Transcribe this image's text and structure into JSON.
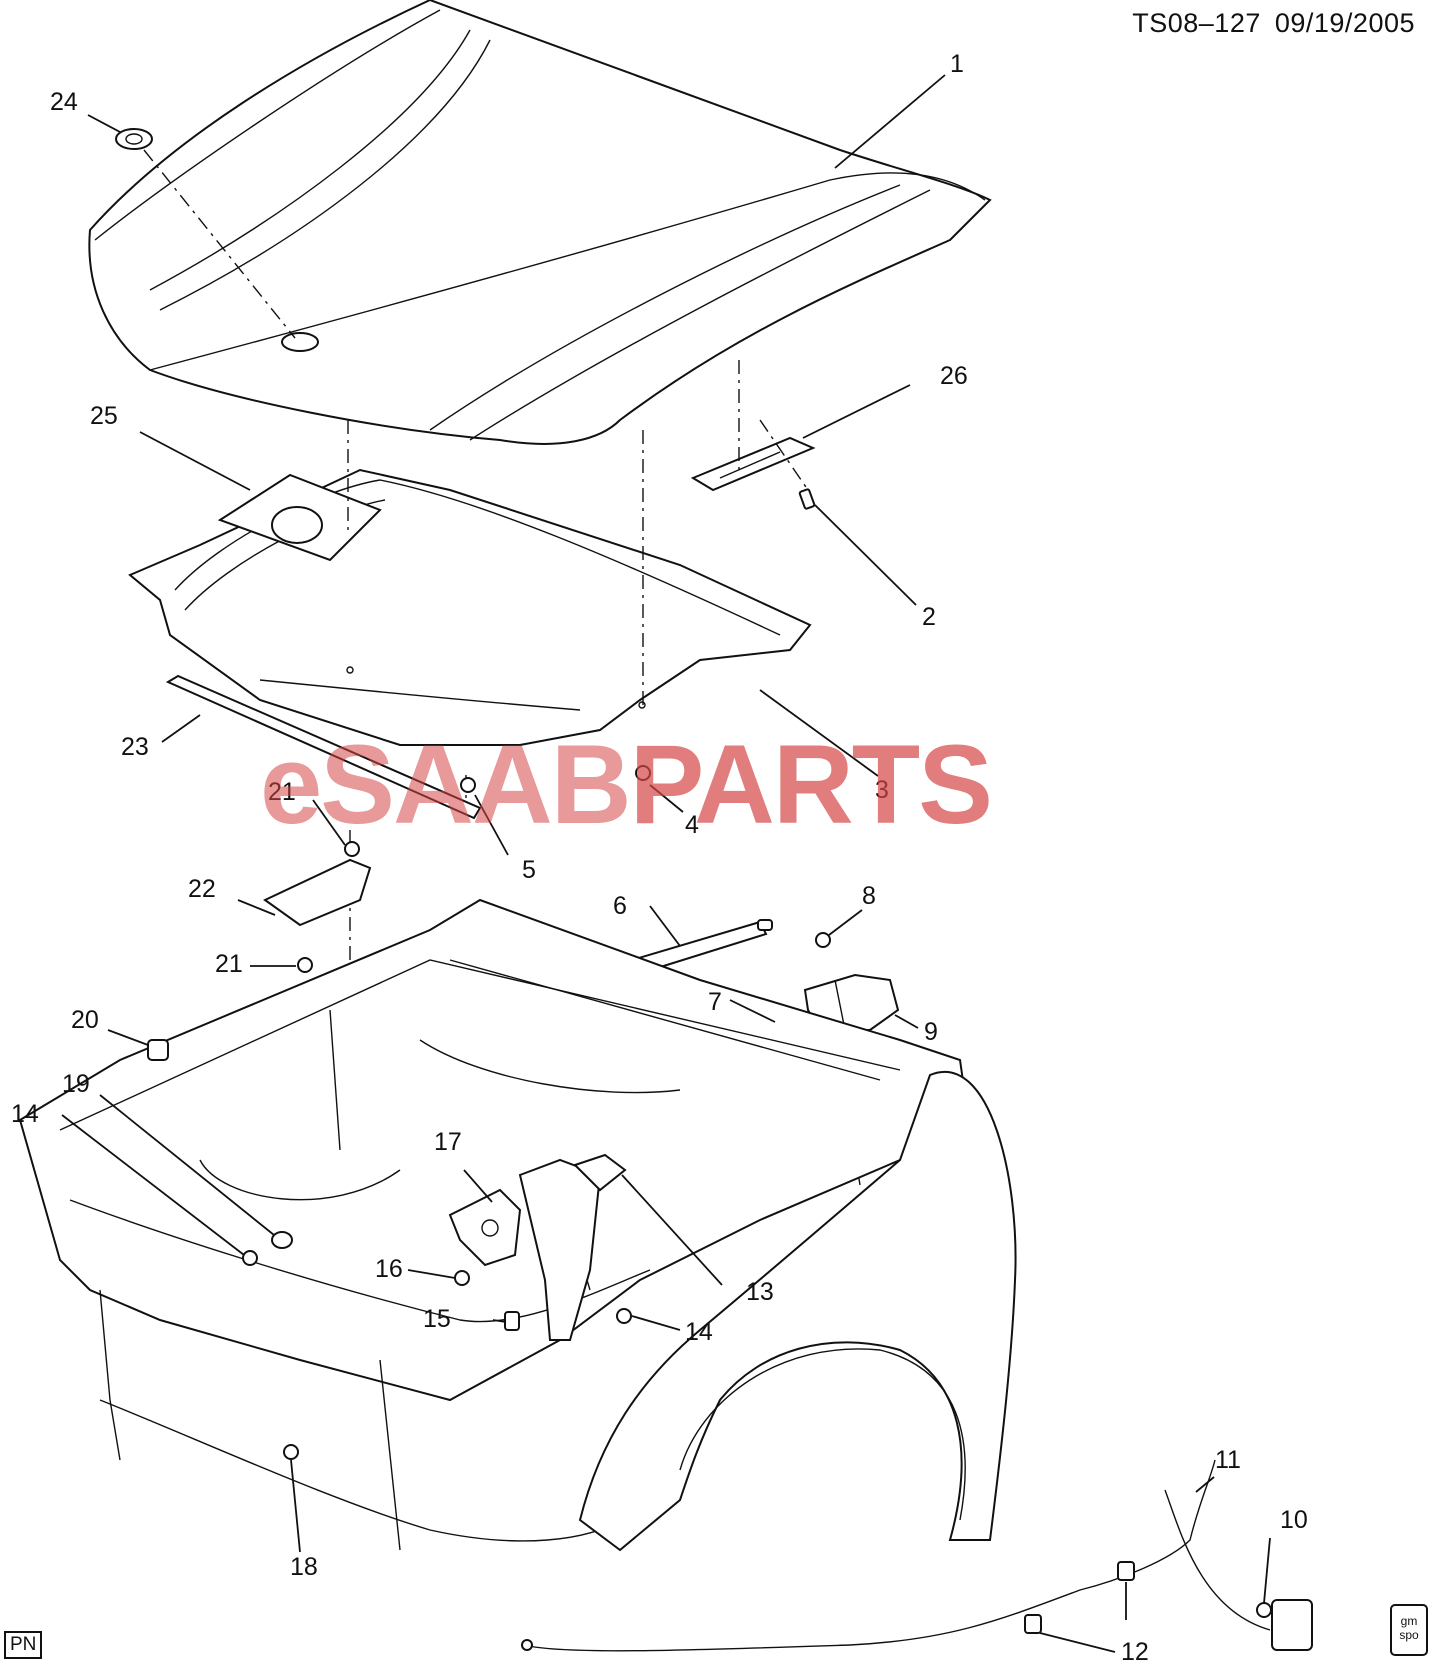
{
  "header": {
    "code": "TS08–127",
    "date": "09/19/2005"
  },
  "footer": {
    "pn_label": "PN",
    "logo_line1": "gm",
    "logo_line2": "spo"
  },
  "watermark": {
    "part1": "eSAAB",
    "part2": "PARTS",
    "color": "#d64646"
  },
  "callouts": [
    {
      "id": "1",
      "label": "1"
    },
    {
      "id": "2",
      "label": "2"
    },
    {
      "id": "3",
      "label": "3"
    },
    {
      "id": "4",
      "label": "4"
    },
    {
      "id": "5",
      "label": "5"
    },
    {
      "id": "6",
      "label": "6"
    },
    {
      "id": "7",
      "label": "7"
    },
    {
      "id": "8",
      "label": "8"
    },
    {
      "id": "9",
      "label": "9"
    },
    {
      "id": "10",
      "label": "10"
    },
    {
      "id": "11",
      "label": "11"
    },
    {
      "id": "12",
      "label": "12"
    },
    {
      "id": "13",
      "label": "13"
    },
    {
      "id": "14a",
      "label": "14"
    },
    {
      "id": "14b",
      "label": "14"
    },
    {
      "id": "15",
      "label": "15"
    },
    {
      "id": "16",
      "label": "16"
    },
    {
      "id": "17",
      "label": "17"
    },
    {
      "id": "18",
      "label": "18"
    },
    {
      "id": "19",
      "label": "19"
    },
    {
      "id": "20",
      "label": "20"
    },
    {
      "id": "21a",
      "label": "21"
    },
    {
      "id": "21b",
      "label": "21"
    },
    {
      "id": "22",
      "label": "22"
    },
    {
      "id": "23",
      "label": "23"
    },
    {
      "id": "24",
      "label": "24"
    },
    {
      "id": "25",
      "label": "25"
    },
    {
      "id": "26",
      "label": "26"
    }
  ]
}
